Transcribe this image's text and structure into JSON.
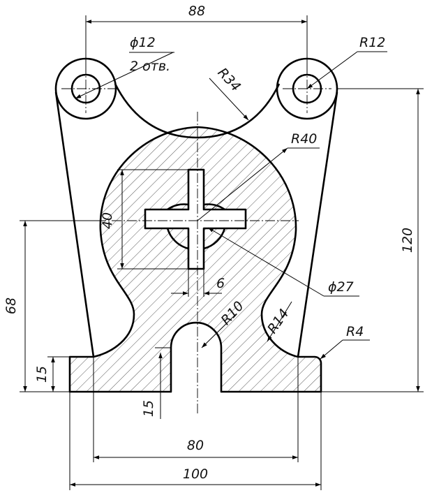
{
  "drawing": {
    "dimensions": {
      "top_width": "88",
      "hole_diameter": "ϕ12",
      "hole_count": "2 отв.",
      "upper_arc_radius": "R34",
      "boss_radius": "R12",
      "ball_radius": "R40",
      "slot_width": "40",
      "overall_height": "120",
      "bore_diameter": "ϕ27",
      "key_width": "6",
      "notch_radius": "R10",
      "neck_radius": "R14",
      "corner_radius": "R4",
      "center_height": "68",
      "base_thickness": "15",
      "notch_depth": "15",
      "inner_width": "80",
      "base_width": "100"
    },
    "colors": {
      "line": "#000000",
      "hatch": "#444444",
      "paper": "#ffffff"
    }
  }
}
